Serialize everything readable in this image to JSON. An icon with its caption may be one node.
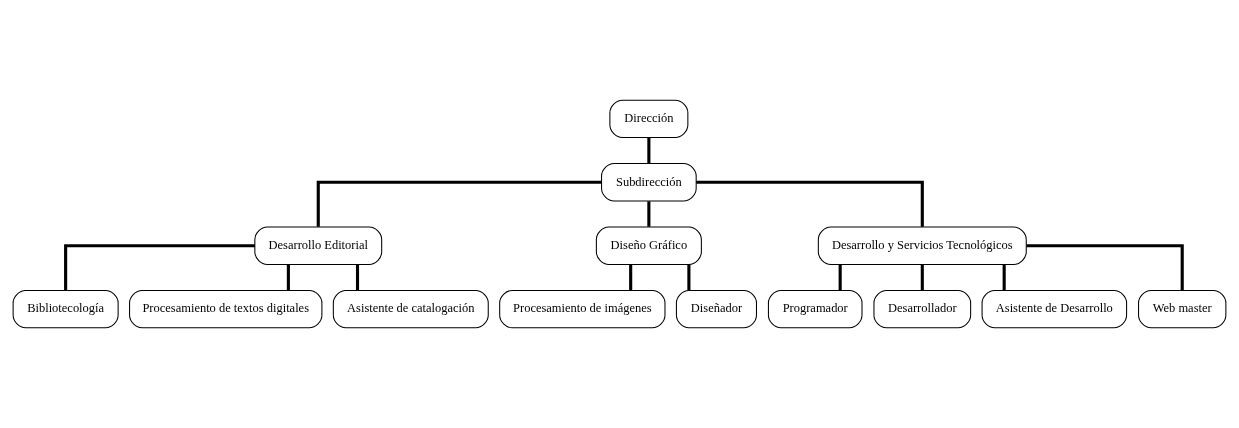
{
  "diagram": {
    "nodes": [
      {
        "text": [
          "Dirección"
        ]
      },
      {
        "text": [
          "Subdirección"
        ]
      },
      {
        "text": [
          "Desarrollo Editorial"
        ]
      },
      {
        "text": [
          "Diseño Gráfico"
        ]
      },
      {
        "text": [
          "Desarrollo y Servicios Tecnológicos"
        ]
      },
      {
        "text": [
          "Bibliotecología"
        ]
      },
      {
        "text": [
          "Procesamiento de textos digitales"
        ]
      },
      {
        "text": [
          "Asistente de catalogación"
        ]
      },
      {
        "text": [
          "Procesamiento de imágenes"
        ]
      },
      {
        "text": [
          "Diseñador"
        ]
      },
      {
        "text": [
          "Programador"
        ]
      },
      {
        "text": [
          "Desarrollador"
        ]
      },
      {
        "text": [
          "Asistente de Desarrollo"
        ]
      },
      {
        "text": [
          "Web master"
        ]
      }
    ],
    "edges": [
      {
        "from": 0,
        "to": 1,
        "arrow": "none"
      },
      {
        "from": 1,
        "to": 2,
        "arrow": "none"
      },
      {
        "from": 1,
        "to": 3,
        "arrow": "none"
      },
      {
        "from": 1,
        "to": 4,
        "arrow": "none"
      },
      {
        "from": 2,
        "to": 5,
        "arrow": "none"
      },
      {
        "from": 2,
        "to": 6,
        "arrow": "none"
      },
      {
        "from": 2,
        "to": 7,
        "arrow": "none"
      },
      {
        "from": 3,
        "to": 8,
        "arrow": "none"
      },
      {
        "from": 3,
        "to": 9,
        "arrow": "none"
      },
      {
        "from": 4,
        "to": 10,
        "arrow": "none"
      },
      {
        "from": 4,
        "to": 11,
        "arrow": "none"
      },
      {
        "from": 4,
        "to": 12,
        "arrow": "none"
      },
      {
        "from": 4,
        "to": 13,
        "arrow": "none"
      }
    ]
  }
}
